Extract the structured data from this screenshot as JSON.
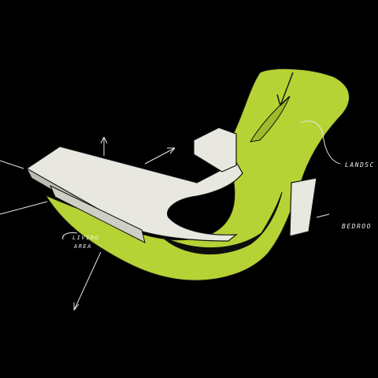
{
  "diagram": {
    "labels": {
      "living_area_line1": "LIVING",
      "living_area_line2": "AREA",
      "landscape": "LANDSC",
      "bedroom": "BEDROO"
    },
    "colors": {
      "background": "#000000",
      "green_mass": "#b6d335",
      "green_dark": "#8fae24",
      "white_block": "#e8e8e0",
      "white_shadow": "#bdbdb4",
      "ink": "#111111",
      "annotation": "#e6e6e6"
    }
  }
}
